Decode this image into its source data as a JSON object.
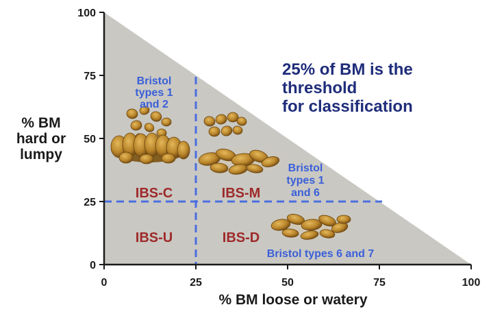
{
  "axes": {
    "x_label": "% BM loose or watery",
    "y_label_lines": [
      "% BM",
      "hard or",
      "lumpy"
    ],
    "x_ticks": [
      "0",
      "25",
      "50",
      "75",
      "100"
    ],
    "y_ticks": [
      "0",
      "25",
      "50",
      "75",
      "100"
    ],
    "range": [
      0,
      100
    ],
    "threshold": 25
  },
  "annotation": {
    "lines": [
      "25% of BM is the",
      "threshold",
      "for classification"
    ]
  },
  "regions": {
    "ibs_c": "IBS-C",
    "ibs_m": "IBS-M",
    "ibs_u": "IBS-U",
    "ibs_d": "IBS-D"
  },
  "bristol_labels": {
    "types_1_2": [
      "Bristol",
      "types 1",
      "and 2"
    ],
    "types_1_6": [
      "Bristol",
      "types 1",
      "and 6"
    ],
    "types_6_7": "Bristol types 6 and 7"
  },
  "colors": {
    "triangle_fill": "#c9c8c3",
    "dash_line": "#4a6ee0",
    "blue_text": "#3a5fd9",
    "navy_text": "#1f2d7a",
    "region_text": "#9e2a2a",
    "stool_brown": "#a8781c",
    "stool_dark": "#6b4510",
    "axis": "#1a1a1a"
  }
}
